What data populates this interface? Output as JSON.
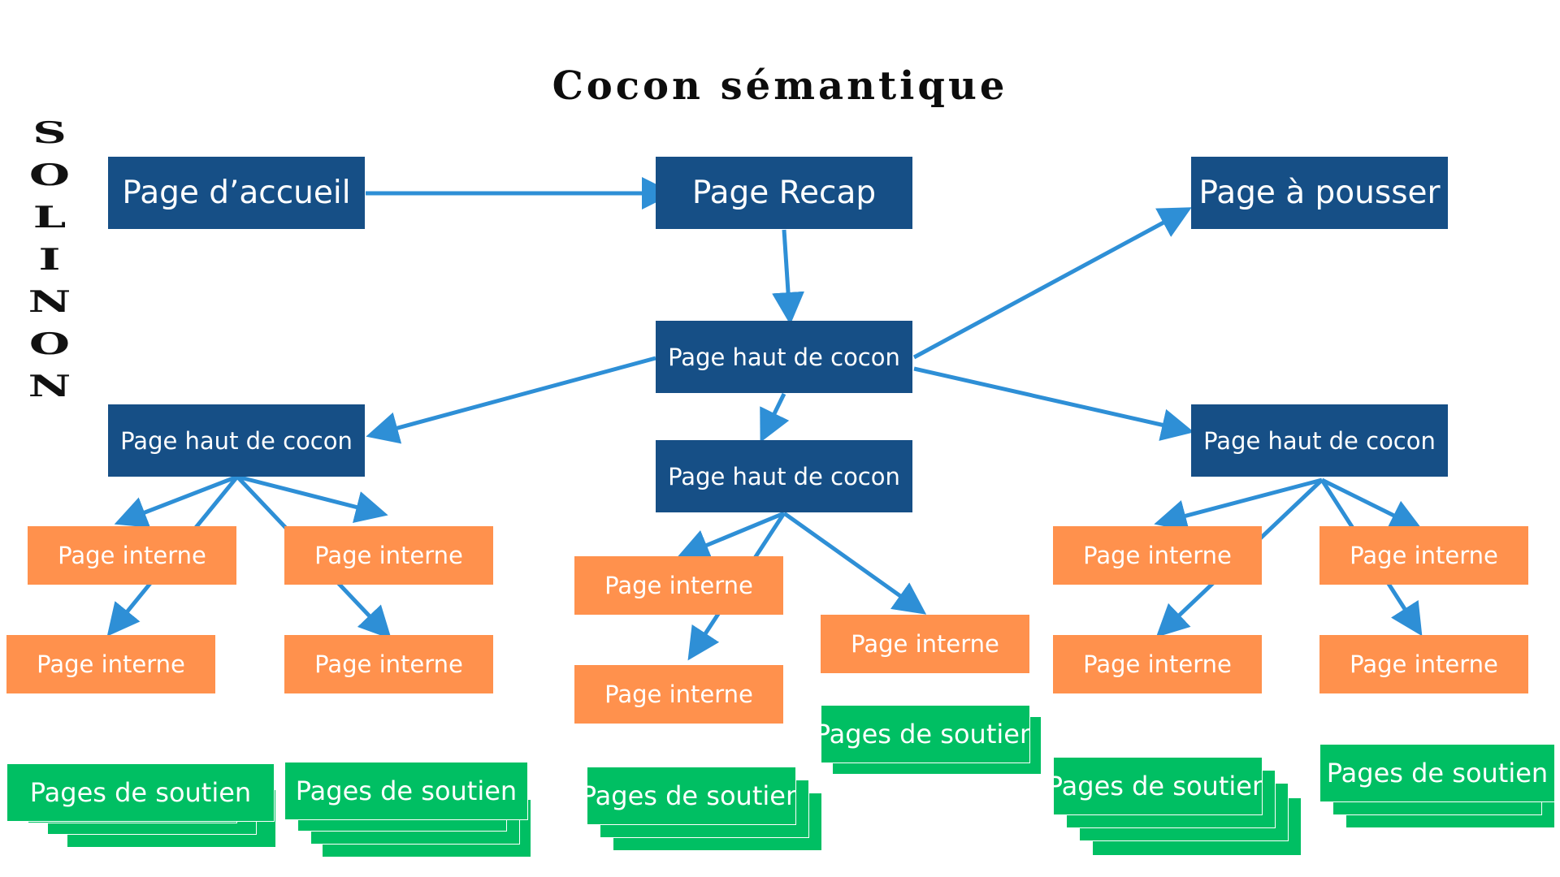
{
  "title": "Cocon sémantique",
  "brand_letters": [
    "S",
    "O",
    "L",
    "I",
    "N",
    "O",
    "N"
  ],
  "nodes": {
    "accueil": "Page d’accueil",
    "recap": "Page Recap",
    "pousser": "Page à pousser",
    "haut_center": "Page haut de cocon",
    "haut_left": "Page haut de cocon",
    "haut_mid": "Page haut de cocon",
    "haut_right": "Page haut de cocon"
  },
  "internal_label": "Page interne",
  "support_label": "Pages de soutien",
  "colors": {
    "blue": "#164f86",
    "orange": "#ff914d",
    "green": "#00bf63",
    "arrow": "#2e8fd6"
  }
}
